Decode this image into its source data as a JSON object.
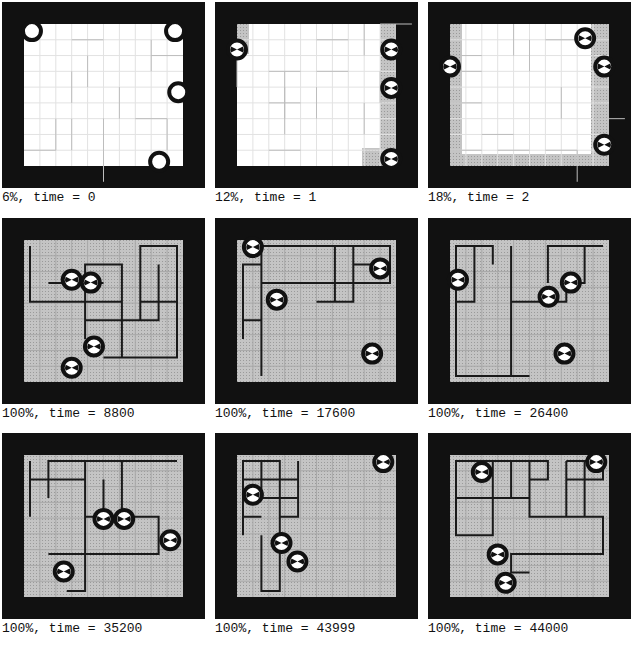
{
  "diagram": {
    "labels": [
      "6%, time = 0",
      "12%, time = 1",
      "18%, time = 2",
      "100%, time = 8800",
      "100%, time = 17600",
      "100%, time = 26400",
      "100%, time = 35200",
      "100%, time = 43999",
      "100%, time = 44000"
    ]
  }
}
